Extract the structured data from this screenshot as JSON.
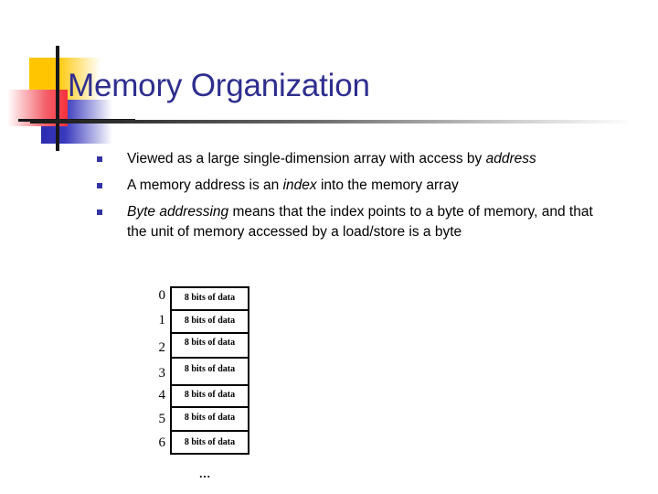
{
  "slide": {
    "title": "Memory Organization",
    "title_color": "#2E2E8F"
  },
  "logo": {
    "yellow_color": "#FFC600",
    "blue_color": "#2C2CB0",
    "red_color": "#F4303C",
    "rule_color": "#17171C"
  },
  "bullets": [
    {
      "marker": "square-bullet",
      "segments": [
        {
          "text": "Viewed as a large single-dimension array with access by ",
          "italic": false
        },
        {
          "text": "address",
          "italic": true
        }
      ]
    },
    {
      "marker": "square-bullet",
      "segments": [
        {
          "text": "A memory address is an ",
          "italic": false
        },
        {
          "text": "index",
          "italic": true
        },
        {
          "text": " into the memory array",
          "italic": false
        }
      ]
    },
    {
      "marker": "square-bullet",
      "segments": [
        {
          "text": "Byte addressing",
          "italic": true
        },
        {
          "text": " means that the index points to a byte of memory, and that the unit of memory accessed by a load/store is a byte",
          "italic": false
        }
      ]
    }
  ],
  "memory_table": {
    "cell_text": "8 bits of data",
    "rows": [
      {
        "index": "0",
        "value": "8 bits of data"
      },
      {
        "index": "1",
        "value": "8 bits of data"
      },
      {
        "index": "2",
        "value": "8 bits of data"
      },
      {
        "index": "3",
        "value": "8 bits of data"
      },
      {
        "index": "4",
        "value": "8 bits of data"
      },
      {
        "index": "5",
        "value": "8 bits of data"
      },
      {
        "index": "6",
        "value": "8 bits of data"
      }
    ],
    "continuation": "..."
  }
}
